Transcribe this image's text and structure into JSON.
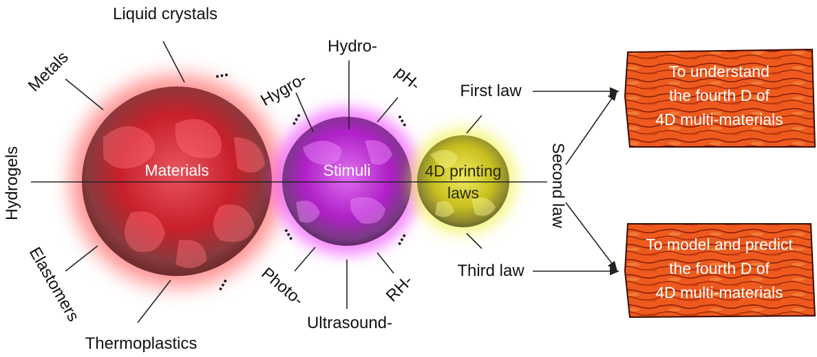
{
  "materials": {
    "center_label": "Materials",
    "items": [
      "Liquid crystals",
      "Metals",
      "Hydrogels",
      "Elastomers",
      "Thermoplastics"
    ],
    "ellipsis": "..."
  },
  "stimuli": {
    "center_label": "Stimuli",
    "items": [
      "Hydro-",
      "Hygro-",
      "pH-",
      "Photo-",
      "Ultrasound-",
      "RH-"
    ],
    "ellipsis": "..."
  },
  "laws": {
    "center_label_line1": "4D printing",
    "center_label_line2": "laws",
    "first": "First law",
    "second": "Second law",
    "third": "Third law"
  },
  "outcomes": {
    "top": [
      "To understand",
      "the fourth D of",
      "4D multi-materials"
    ],
    "bottom": [
      "To model and predict",
      "the fourth D of",
      "4D multi-materials"
    ]
  },
  "colors": {
    "materials": "#c8202a",
    "stimuli": "#b020c8",
    "laws": "#c8c020",
    "outcome_box": "#e8501a"
  }
}
